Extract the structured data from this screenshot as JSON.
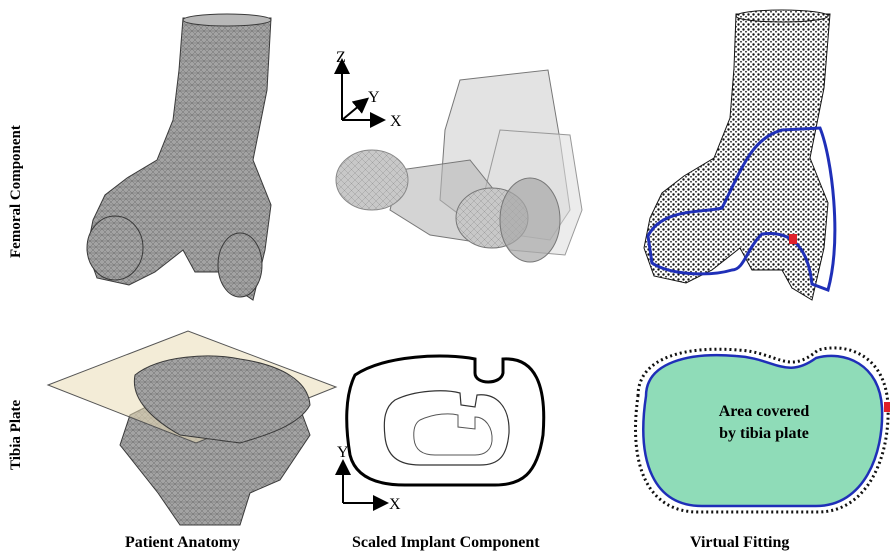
{
  "rows": {
    "femoral": "Femoral Component",
    "tibia": "Tibia Plate"
  },
  "columns": {
    "anatomy": "Patient Anatomy",
    "implant": "Scaled Implant Component",
    "fitting": "Virtual Fitting"
  },
  "axes": {
    "z": "Z",
    "y": "Y",
    "x": "X"
  },
  "annotation": {
    "line1": "Area covered",
    "line2": "by tibia plate"
  },
  "colors": {
    "mesh_gray": "#9a9a9a",
    "plane_fill": "#e9dcb6",
    "fitting_outline": "#1f2fb8",
    "covered_area": "#8fdcb8",
    "marker": "#e0202a"
  }
}
